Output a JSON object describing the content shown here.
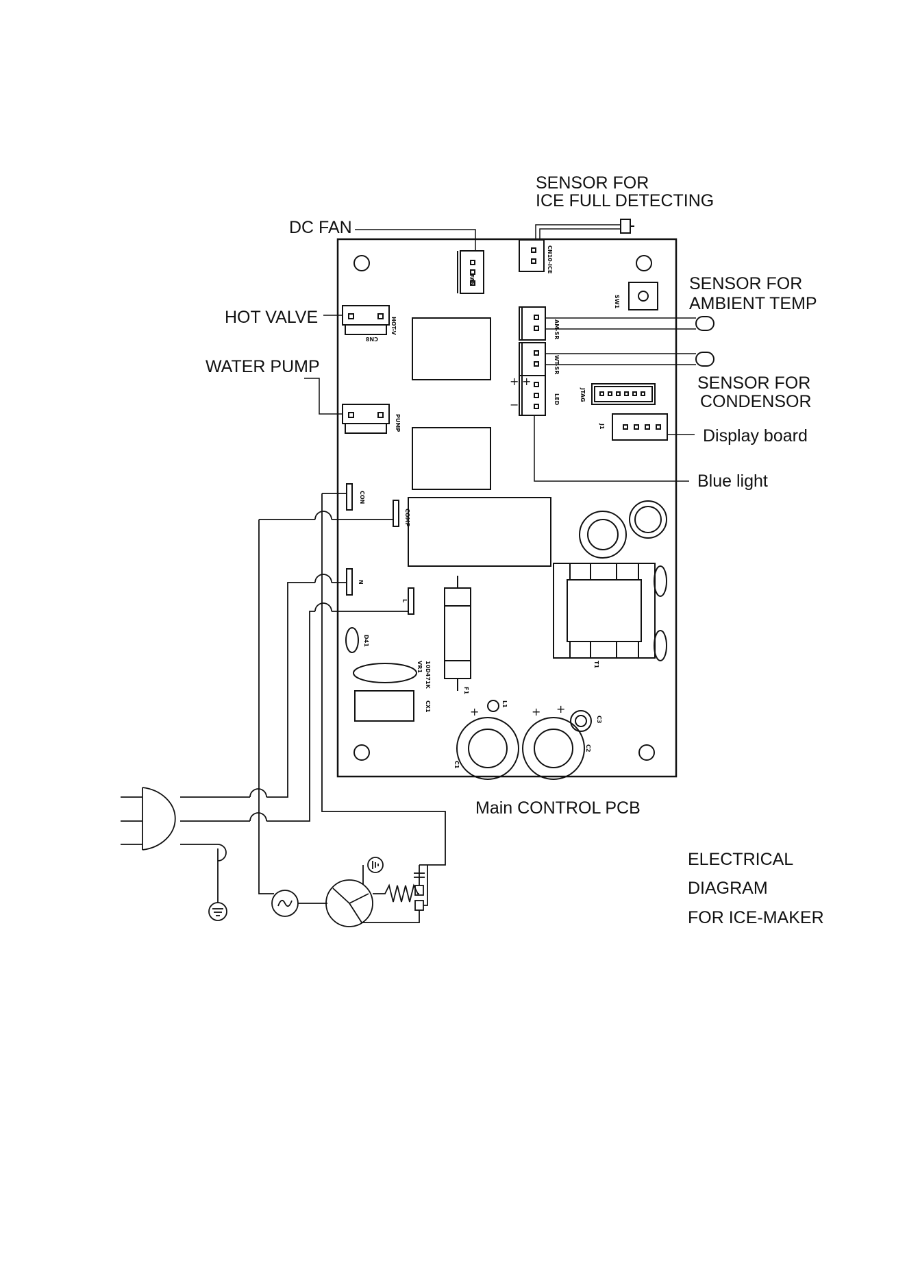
{
  "labels": {
    "dc_fan": "DC FAN",
    "sensor_ice_full_1": "SENSOR FOR",
    "sensor_ice_full_2": "ICE FULL DETECTING",
    "hot_valve": "HOT VALVE",
    "water_pump": "WATER PUMP",
    "sensor_ambient_1": "SENSOR FOR",
    "sensor_ambient_2": "AMBIENT TEMP",
    "sensor_condensor_1": "SENSOR FOR",
    "sensor_condensor_2": "CONDENSOR",
    "display_board": "Display board",
    "blue_light": "Blue light",
    "main_pcb": "Main CONTROL PCB"
  },
  "title": {
    "line1": "ELECTRICAL",
    "line2": "DIAGRAM",
    "line3": "FOR ICE-MAKER"
  },
  "silkscreen": {
    "fan": "FAN",
    "cn10": "CN10-ICE",
    "hot_v": "HOT-V",
    "cn8": "CN8",
    "sw1": "SW1",
    "am": "AM-SR",
    "wt": "WT-SR",
    "led": "LED",
    "jtag": "JTAG",
    "j1": "J1",
    "pump": "PUMP",
    "con": "CON",
    "comp": "COMP",
    "n": "N",
    "l": "L",
    "d": "D41",
    "vr": "VR1",
    "vr2": "10D471K",
    "f1": "F1",
    "cx": "CX1",
    "l1": "L1",
    "c1": "C1",
    "c2": "C2",
    "c3": "C3",
    "t1": "T1",
    "plus": "+",
    "minus": "−"
  }
}
